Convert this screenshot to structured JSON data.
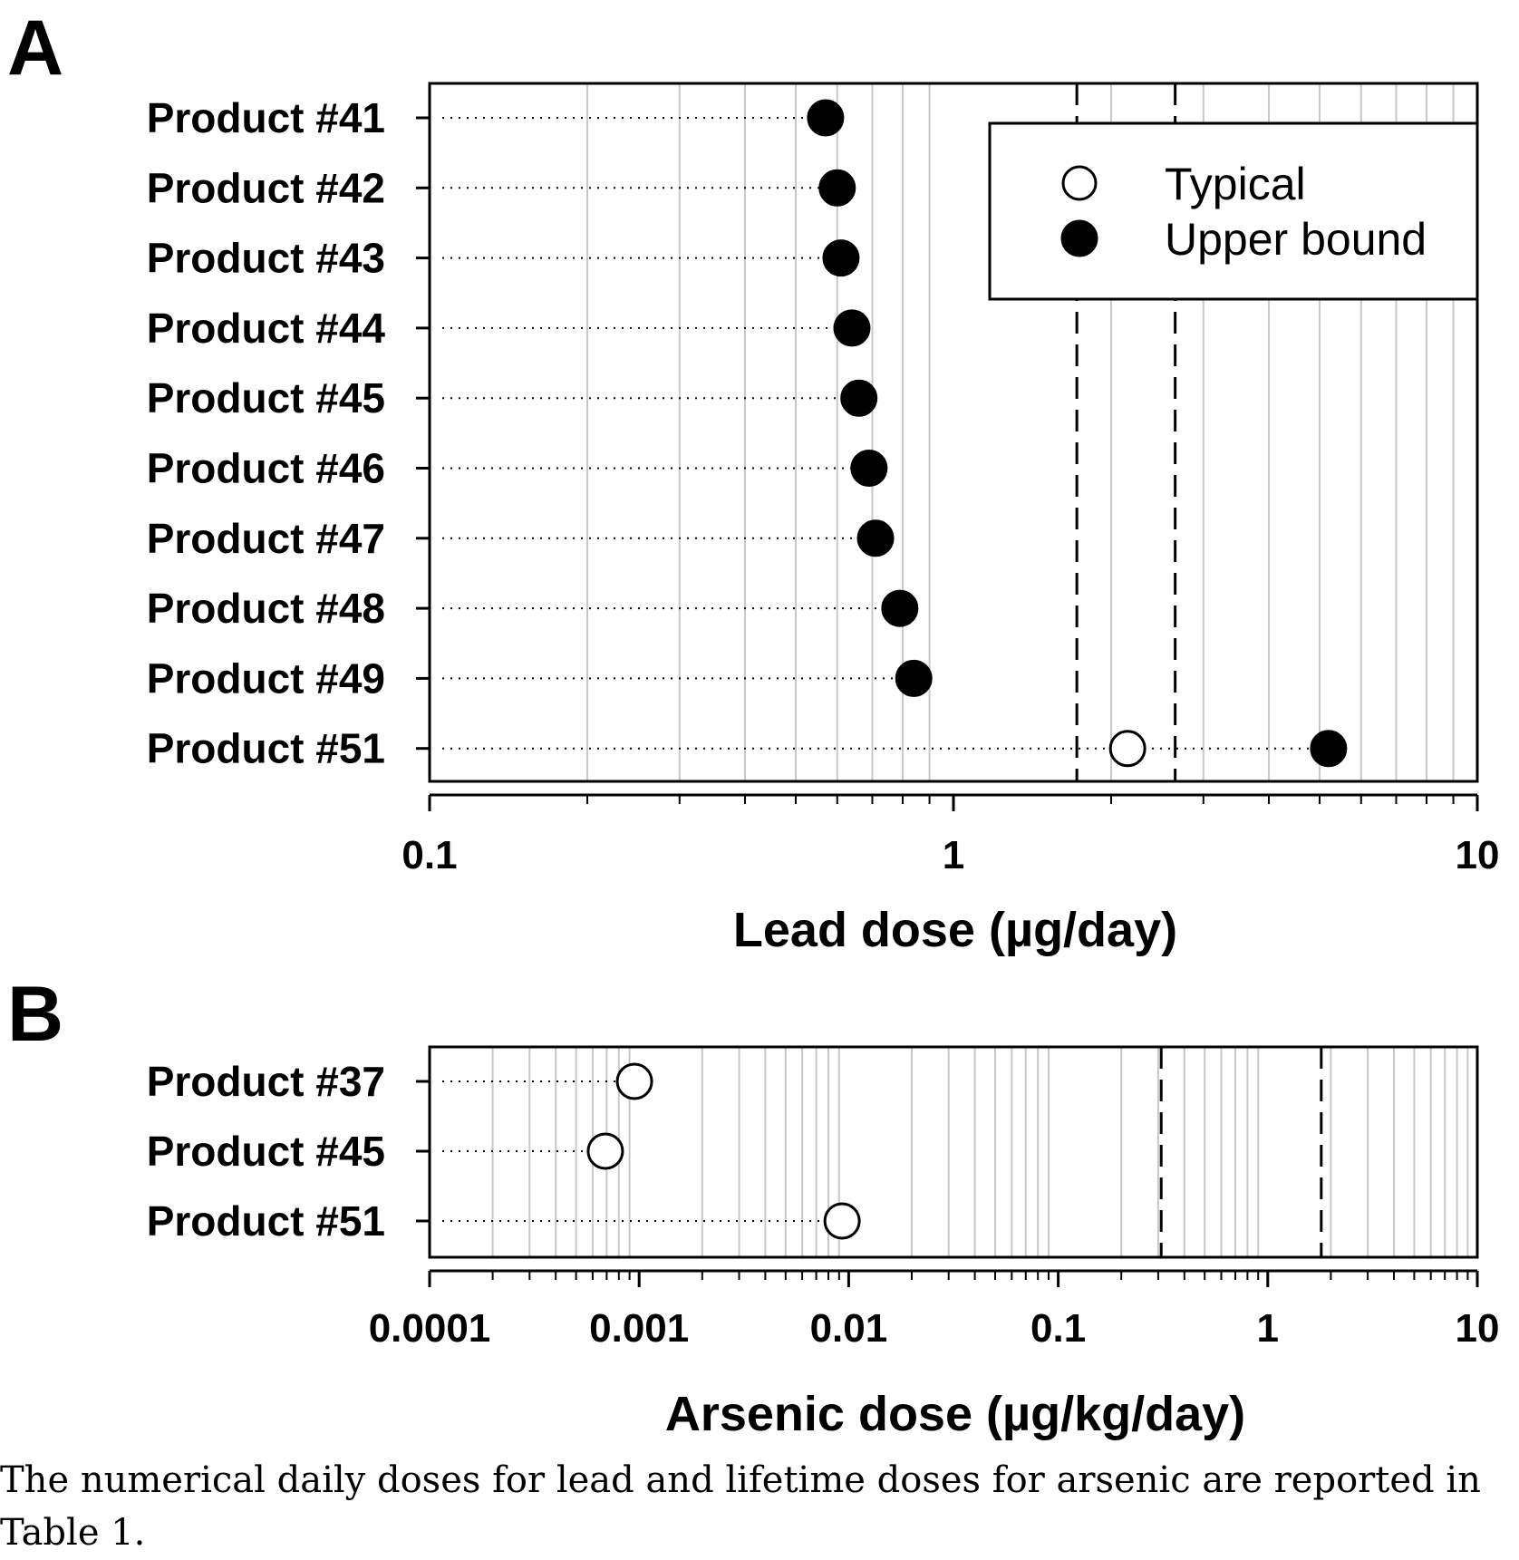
{
  "chart_data": [
    {
      "panel": "A",
      "type": "dot",
      "categories": [
        "Product #41",
        "Product #42",
        "Product #43",
        "Product #44",
        "Product #45",
        "Product #46",
        "Product #47",
        "Product #48",
        "Product #49",
        "Product #51"
      ],
      "series": [
        {
          "name": "Typical",
          "marker": "open-circle",
          "values": [
            null,
            null,
            null,
            null,
            null,
            null,
            null,
            null,
            null,
            2.15
          ]
        },
        {
          "name": "Upper bound",
          "marker": "filled-circle",
          "values": [
            0.57,
            0.6,
            0.61,
            0.64,
            0.66,
            0.69,
            0.71,
            0.79,
            0.84,
            5.2
          ]
        }
      ],
      "reference_lines": [
        1.72,
        2.65
      ],
      "xscale": "log",
      "xlim": [
        0.1,
        10
      ],
      "xticks": [
        "0.1",
        "1",
        "10"
      ],
      "xlabel": "Lead dose (µg/day)",
      "grid": "vertical-minor",
      "legend": {
        "position": "top-right",
        "entries": [
          "Typical",
          "Upper bound"
        ]
      }
    },
    {
      "panel": "B",
      "type": "dot",
      "categories": [
        "Product #37",
        "Product #45",
        "Product #51"
      ],
      "series": [
        {
          "name": "Typical",
          "marker": "open-circle",
          "values": [
            0.00095,
            0.00069,
            0.0093
          ]
        }
      ],
      "reference_lines": [
        0.31,
        1.8
      ],
      "xscale": "log",
      "xlim": [
        0.0001,
        10
      ],
      "xticks": [
        "0.0001",
        "0.001",
        "0.01",
        "0.1",
        "1",
        "10"
      ],
      "xlabel": "Arsenic dose (µg/kg/day)",
      "grid": "vertical-minor"
    }
  ],
  "caption": {
    "line1": "The numerical daily doses for lead and lifetime doses for arsenic are reported in",
    "line2": "Table 1."
  }
}
